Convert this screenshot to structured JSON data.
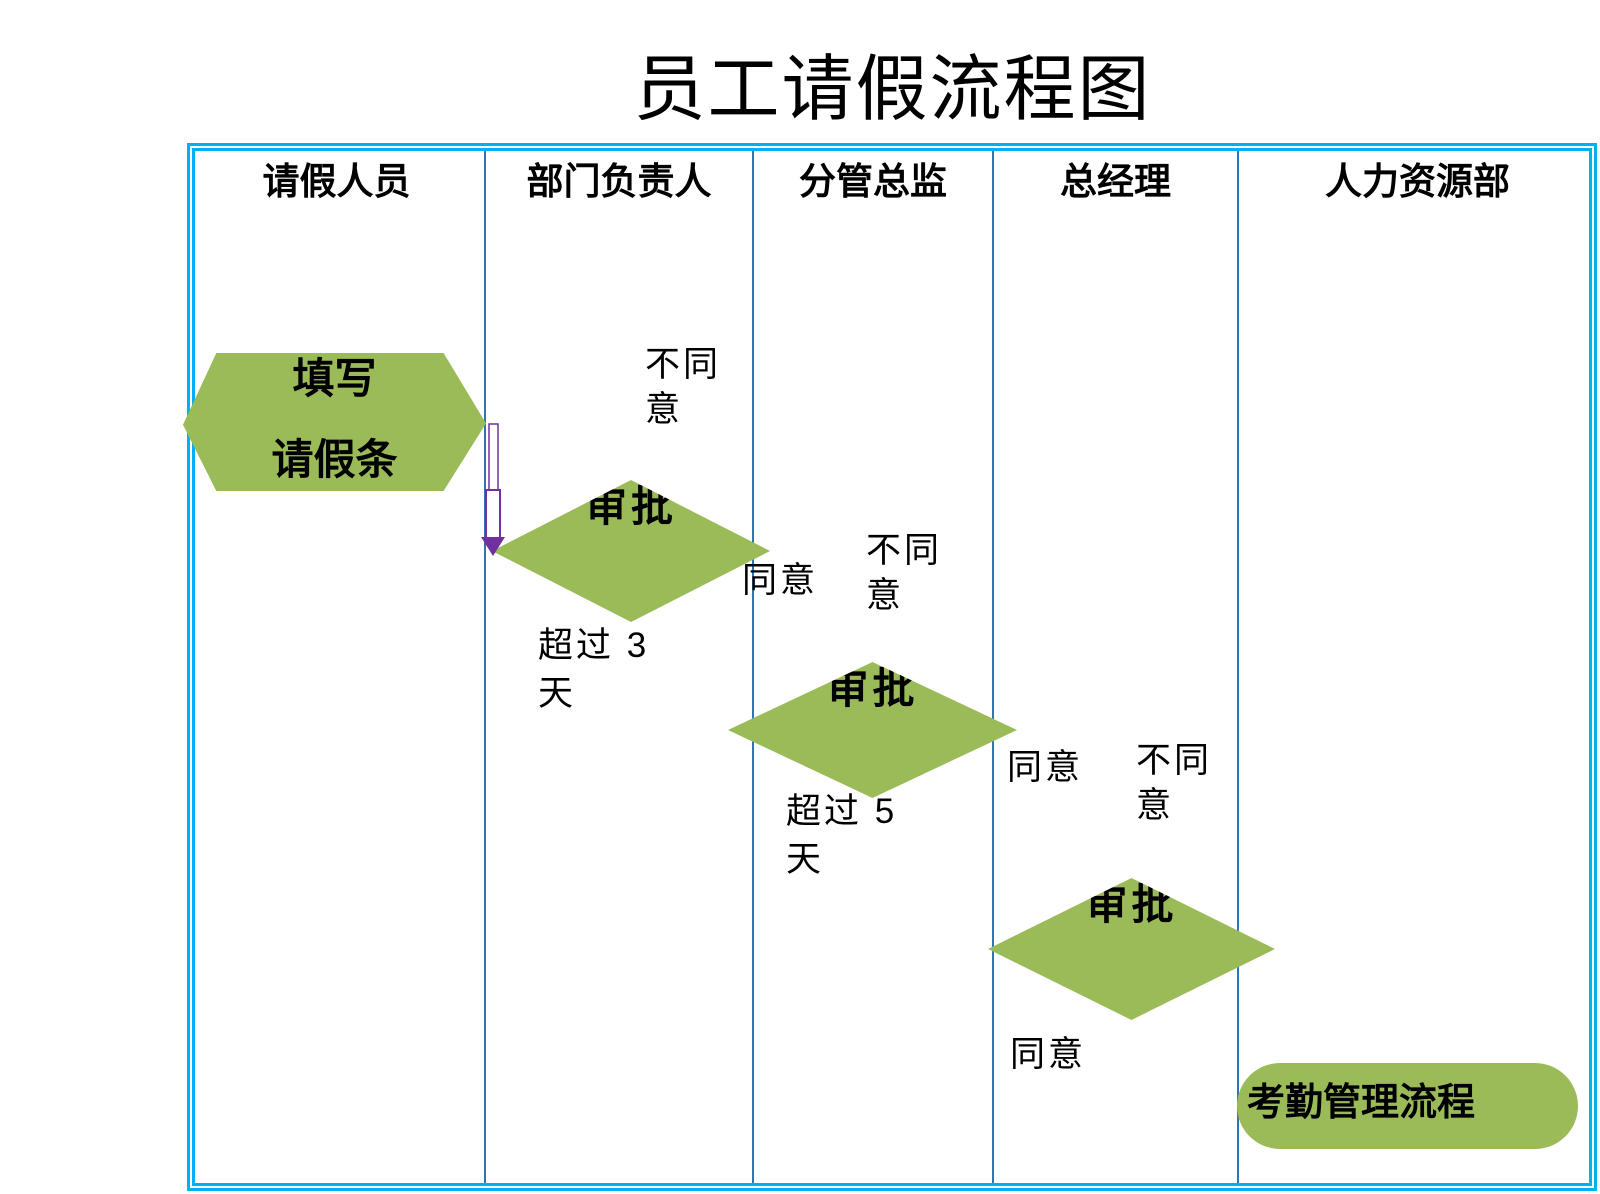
{
  "title": "员工请假流程图",
  "lanes": [
    {
      "label": "请假人员"
    },
    {
      "label": "部门负责人"
    },
    {
      "label": "分管总监"
    },
    {
      "label": "总经理"
    },
    {
      "label": "人力资源部"
    }
  ],
  "flow": {
    "start_hexagon": {
      "line1": "填写",
      "line2": "请假条"
    },
    "dept_decision": {
      "label": "审批",
      "no_label": "不同意",
      "yes_label": "同意",
      "over_label": "超过 3 天"
    },
    "director_decision": {
      "label": "审批",
      "no_label": "不同意",
      "yes_label": "同意",
      "over_label": "超过 5 天"
    },
    "gm_decision": {
      "label": "审批",
      "no_label": "不同意",
      "yes_label": "同意"
    },
    "end_terminator": {
      "label": "考勤管理流程"
    }
  },
  "colors": {
    "shape_green": "#9BBB59",
    "outer_border_blue": "#00B0F0",
    "divider_blue": "#2E75B6",
    "connector_purple": "#7030A0",
    "text_black": "#000000"
  }
}
